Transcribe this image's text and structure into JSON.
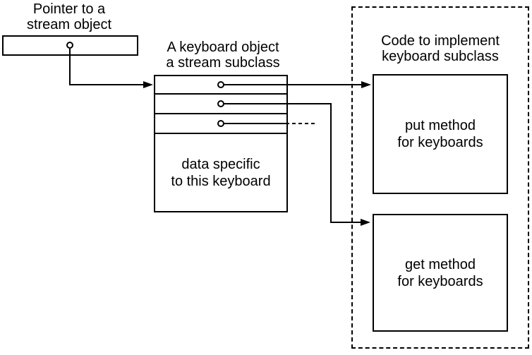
{
  "diagram": {
    "background_color": "#ffffff",
    "line_color": "#000000",
    "pointer": {
      "label": "Pointer to a\nstream object"
    },
    "keyboard": {
      "label": "A keyboard object\na stream subclass",
      "data_label": "data specific\nto this keyboard"
    },
    "code": {
      "label": "Code to implement\nkeyboard subclass",
      "put_label": "put method\nfor keyboards",
      "get_label": "get method\nfor keyboards"
    },
    "icons": {
      "pointer_origin": "small-open-circle",
      "arrowhead": "filled-right-triangle",
      "continuation": "dotted-line-ellipsis"
    }
  }
}
